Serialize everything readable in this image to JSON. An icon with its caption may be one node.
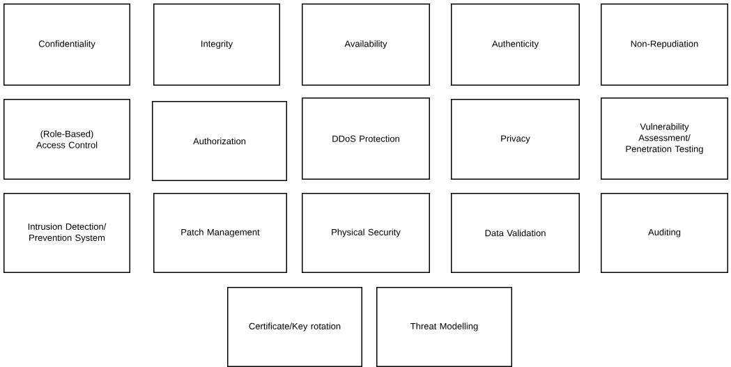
{
  "diagram": {
    "nodes": [
      {
        "text": [
          "Confidentiality"
        ]
      },
      {
        "text": [
          "Integrity"
        ]
      },
      {
        "text": [
          "Availability"
        ]
      },
      {
        "text": [
          "Authenticity"
        ]
      },
      {
        "text": [
          "Non-Repudiation"
        ]
      },
      {
        "text": [
          "(Role-Based) Access Control"
        ]
      },
      {
        "text": [
          "Authorization"
        ]
      },
      {
        "text": [
          "DDoS Protection"
        ]
      },
      {
        "text": [
          "Privacy"
        ]
      },
      {
        "text": [
          "Vulnerability Assessment/ Penetration Testing"
        ]
      },
      {
        "text": [
          "Intrusion Detection/ Prevention System"
        ]
      },
      {
        "text": [
          "Patch Management"
        ]
      },
      {
        "text": [
          "Physical Security"
        ]
      },
      {
        "text": [
          "Data Validation"
        ]
      },
      {
        "text": [
          "Auditing"
        ]
      },
      {
        "text": [
          "Certificate/Key rotation"
        ]
      },
      {
        "text": [
          "Threat Modelling"
        ]
      }
    ]
  }
}
